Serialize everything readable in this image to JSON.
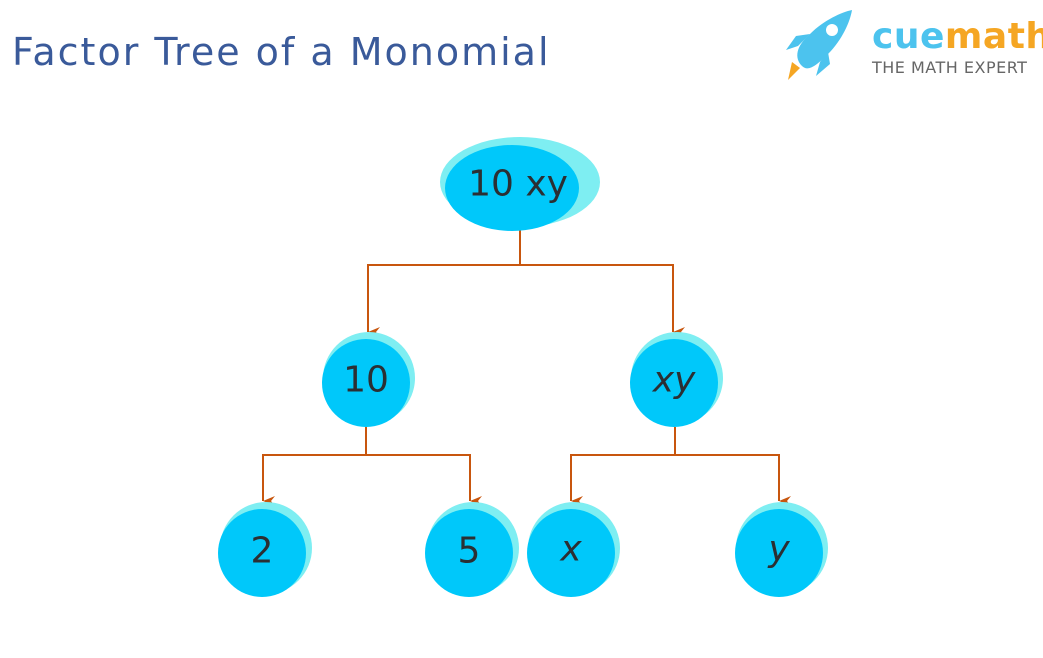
{
  "title": "Factor Tree of a Monomial",
  "logo": {
    "brand_part1": "cue",
    "brand_part2": "math",
    "tagline": "THE MATH EXPERT"
  },
  "colors": {
    "node_fill": "#00c8fa",
    "node_glow": "#7eeef2",
    "connector": "#c8560e",
    "title": "#3a5a9a"
  },
  "tree": {
    "root": "10 xy",
    "level1": [
      "10",
      "xy"
    ],
    "level2": [
      "2",
      "5",
      "x",
      "y"
    ]
  }
}
